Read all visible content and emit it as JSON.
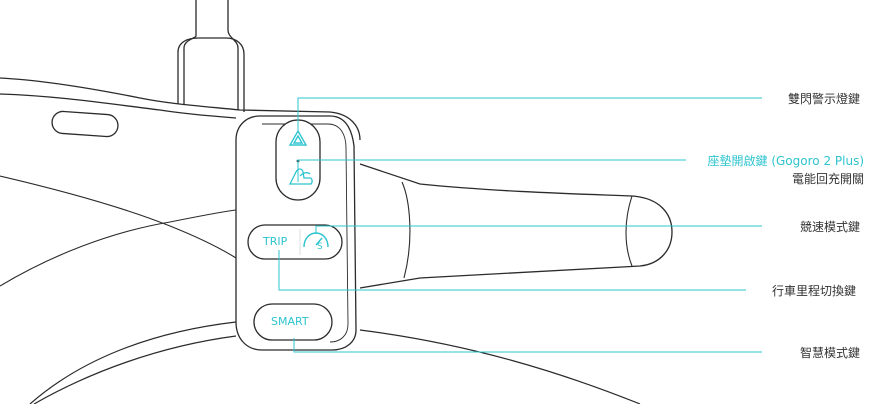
{
  "colors": {
    "accent": "#2ec4cf",
    "line": "#2b2b2b",
    "text": "#333333"
  },
  "buttons": {
    "hazard": {
      "icon": "hazard-triangle-icon"
    },
    "seat": {
      "icon": "seat-open-icon"
    },
    "trip": {
      "label": "TRIP"
    },
    "sport": {
      "icon": "speedometer-s-icon",
      "letter": "S"
    },
    "smart": {
      "label": "SMART"
    }
  },
  "callouts": {
    "hazard": {
      "text": "雙閃警示燈鍵"
    },
    "seat": {
      "text": "座墊開啟鍵 (Gogoro 2 Plus)",
      "sub": "電能回充開關"
    },
    "sport": {
      "text": "競速模式鍵"
    },
    "trip": {
      "text": "行車里程切換鍵"
    },
    "smart": {
      "text": "智慧模式鍵"
    }
  }
}
